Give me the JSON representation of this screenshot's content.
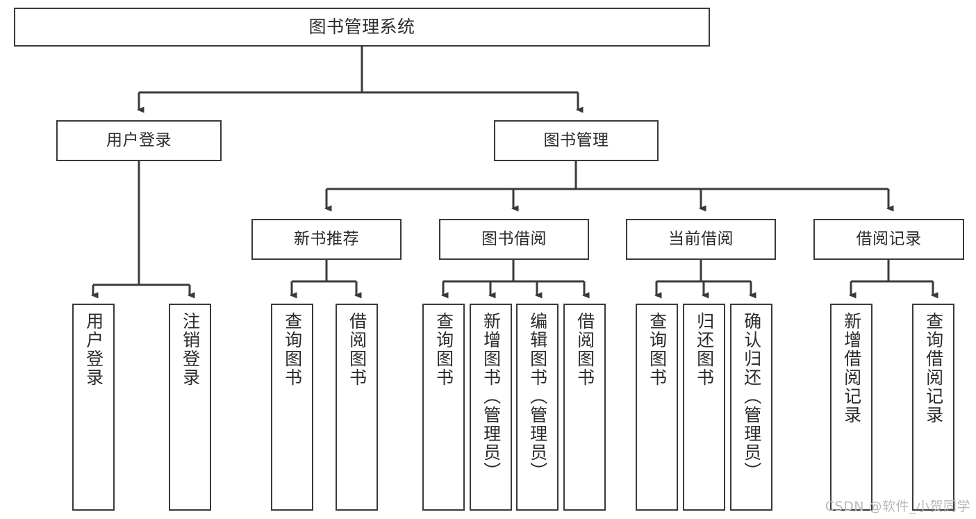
{
  "diagram": {
    "kind": "tree-hierarchy-chart",
    "title": "图书管理系统",
    "colors": {
      "background": "#ffffff",
      "box_border": "#3a3a3a",
      "box_fill": "#ffffff",
      "text": "#2b2b2b",
      "connector": "#3a3a3a",
      "watermark": "#b9b9b9"
    },
    "levels": {
      "level1": {
        "label": "图书管理系统"
      },
      "level2": [
        {
          "label": "用户登录"
        },
        {
          "label": "图书管理"
        }
      ],
      "level3": [
        {
          "label": "新书推荐"
        },
        {
          "label": "图书借阅"
        },
        {
          "label": "当前借阅"
        },
        {
          "label": "借阅记录"
        }
      ],
      "leaves": {
        "user_login": [
          {
            "label": "用户登录"
          },
          {
            "label": "注销登录"
          }
        ],
        "new_book_recommend": [
          {
            "label": "查询图书"
          },
          {
            "label": "借阅图书"
          }
        ],
        "book_borrow": [
          {
            "label": "查询图书"
          },
          {
            "label": "新增图书（管理员）"
          },
          {
            "label": "编辑图书（管理员）"
          },
          {
            "label": "借阅图书"
          }
        ],
        "current_borrow": [
          {
            "label": "查询图书"
          },
          {
            "label": "归还图书"
          },
          {
            "label": "确认归还（管理员）"
          }
        ],
        "borrow_records": [
          {
            "label": "新增借阅记录"
          },
          {
            "label": "查询借阅记录"
          }
        ]
      }
    }
  },
  "watermark": {
    "text": "CSDN @软件_小贺同学"
  }
}
